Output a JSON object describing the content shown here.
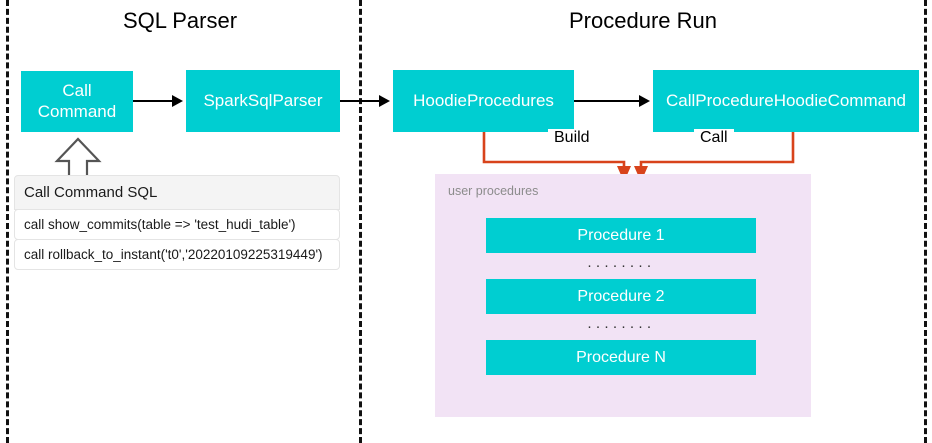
{
  "sections": {
    "left": {
      "title": "SQL Parser"
    },
    "right": {
      "title": "Procedure Run"
    }
  },
  "nodes": {
    "call_command": "Call\nCommand",
    "spark_sql_parser": "SparkSqlParser",
    "hoodie_procedures": "HoodieProcedures",
    "call_procedure_hoodie_command": "CallProcedureHoodieCommand"
  },
  "edges": {
    "build_label": "Build",
    "call_label": "Call"
  },
  "sql_table": {
    "header": "Call Command SQL",
    "rows": [
      "call show_commits(table => 'test_hudi_table')",
      "call rollback_to_instant('t0','20220109225319449')"
    ]
  },
  "procedures_panel": {
    "label": "user procedures",
    "items": [
      {
        "kind": "box",
        "text": "Procedure 1"
      },
      {
        "kind": "dots",
        "text": "········"
      },
      {
        "kind": "box",
        "text": "Procedure 2"
      },
      {
        "kind": "dots",
        "text": "········"
      },
      {
        "kind": "box",
        "text": "Procedure N"
      }
    ]
  },
  "colors": {
    "teal": "#00CED1",
    "panel_pink": "#F2E3F5",
    "edge_orange": "#D8431B",
    "divider": "#111111",
    "text_muted": "#8c8c8c"
  }
}
